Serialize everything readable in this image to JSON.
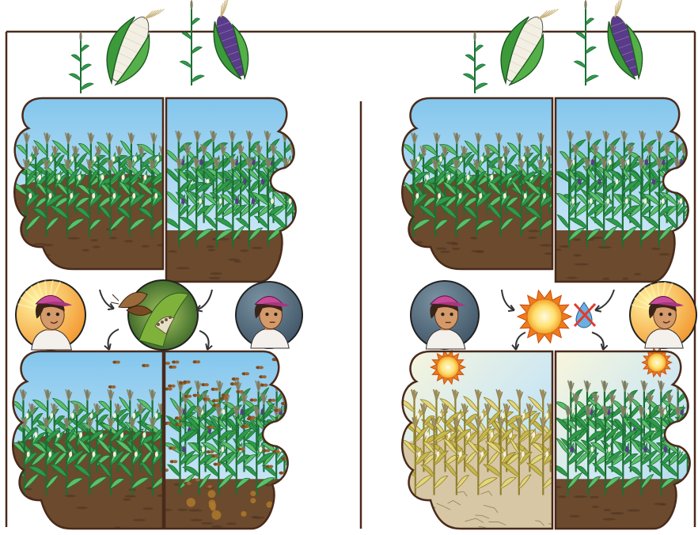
{
  "colors": {
    "frame": "#4a2a1a",
    "sky_top": "#7fc4ec",
    "sky_bottom": "#dff1fb",
    "soil": "#6b4a2e",
    "soil_dark": "#4d331f",
    "leaf": "#2f9a4a",
    "leaf_dark": "#1d6e33",
    "leaf_light": "#5cc06a",
    "tassel": "#8a8a6a",
    "dry_leaf": "#c8b84a",
    "dry_leaf_dark": "#8f8030",
    "dry_soil": "#d7c7a4",
    "insect": "#7a4a22",
    "sun": "#ffd23a",
    "sun_ray": "#f07a1c",
    "farmer_bg_warm": "#f5a030",
    "farmer_bg_cool": "#4a6272",
    "cap": "#c84a9a",
    "husk": "#3d9a3a",
    "kernel_white": "#f3efe2",
    "kernel_purple": "#5a3a8a"
  },
  "icons": {
    "corn_ear_white": "white-corn-ear-icon",
    "corn_ear_purple": "purple-corn-ear-icon",
    "corn_plant": "corn-plant-icon",
    "farmer_happy": "happy-farmer-icon",
    "farmer_worried": "worried-farmer-icon",
    "insect_closeup": "caterpillar-closeup-icon",
    "sun": "sun-icon",
    "no_water": "no-water-icon",
    "arrow": "curved-arrow-icon"
  },
  "scenarios": [
    {
      "id": "pest",
      "stress": "insects"
    },
    {
      "id": "drought",
      "stress": "drought"
    }
  ]
}
